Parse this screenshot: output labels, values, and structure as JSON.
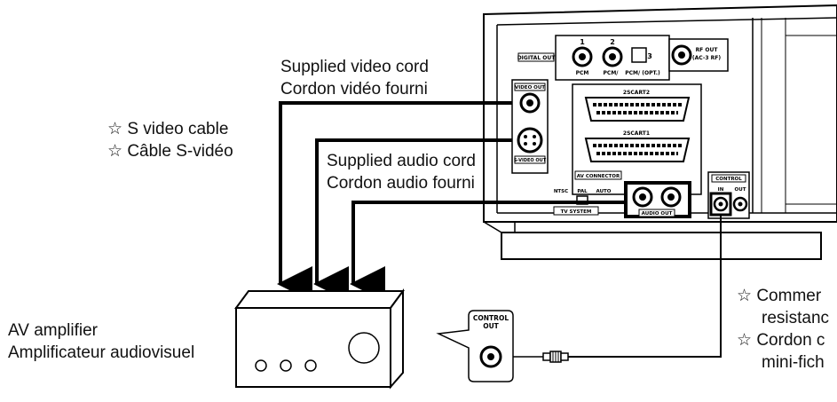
{
  "labels": {
    "video_cord_en": "Supplied video cord",
    "video_cord_fr": "Cordon vidéo fourni",
    "svideo_cable_en": "S video cable",
    "svideo_cable_fr": "Câble S-vidéo",
    "audio_cord_en": "Supplied audio cord",
    "audio_cord_fr": "Cordon audio fourni",
    "amp_en": "AV amplifier",
    "amp_fr": "Amplificateur audiovisuel",
    "cord_right_1": "Commer",
    "cord_right_2": "resistanc",
    "cord_right_3": "Cordon c",
    "cord_right_4": "mini-fich"
  },
  "panel": {
    "digital_out": "DIGITAL OUT",
    "jack1_num": "1",
    "jack2_num": "2",
    "jack3_num": "3",
    "jack1_label": "PCM",
    "jack2_label": "PCM/",
    "opt_label": "PCM/  (OPT.)",
    "rf_out": "RF OUT",
    "rf_out_sub": "(AC-3 RF)",
    "video_out": "VIDEO OUT",
    "s_video_out": "S-VIDEO OUT",
    "scart2": "2SCART2",
    "scart1": "2SCART1",
    "av_connector": "AV CONNECTOR",
    "ntsc": "NTSC",
    "pal": "PAL",
    "auto": "AUTO",
    "tv_system": "TV SYSTEM",
    "audio_out": "AUDIO OUT",
    "control": "CONTROL",
    "in": "IN",
    "out": "OUT"
  },
  "amp_panel": {
    "control": "CONTROL",
    "out": "OUT"
  },
  "icons": {
    "star": "☆"
  }
}
